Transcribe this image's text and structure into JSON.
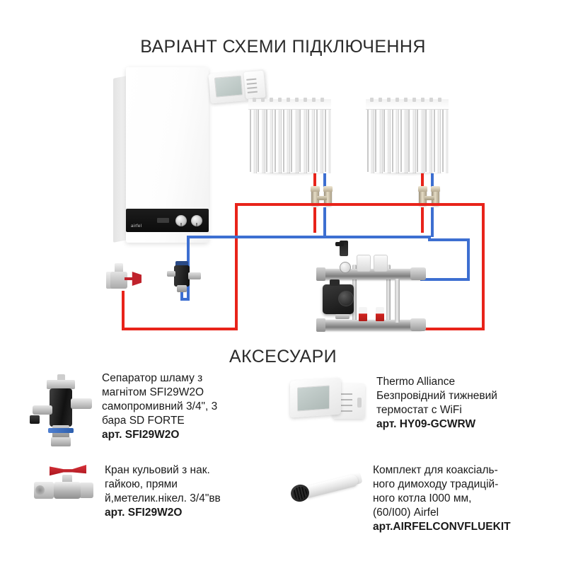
{
  "headings": {
    "scheme_title": "ВАРІАНТ СХЕМИ ПІДКЛЮЧЕННЯ",
    "accessories_title": "АКСЕСУАРИ"
  },
  "colors": {
    "flow_pipe": "#e8231a",
    "return_pipe": "#3d6fd1",
    "text": "#1a1a1a",
    "valve_handle_red": "#c0232c",
    "background": "#ffffff"
  },
  "schematic": {
    "components": [
      {
        "name": "gas-boiler",
        "brand": "airfel"
      },
      {
        "name": "wall-thermostat"
      },
      {
        "name": "radiator-left",
        "sections": 10
      },
      {
        "name": "radiator-right",
        "sections": 10
      },
      {
        "name": "radiator-valve-left"
      },
      {
        "name": "radiator-valve-right"
      },
      {
        "name": "distribution-manifold-with-pump"
      },
      {
        "name": "ball-valve-red-butterfly"
      },
      {
        "name": "magnetic-dirt-separator"
      }
    ],
    "pipes": [
      {
        "name": "flow-pipe",
        "color": "#e8231a",
        "label": "red"
      },
      {
        "name": "return-pipe",
        "color": "#3d6fd1",
        "label": "blue"
      }
    ]
  },
  "accessories": [
    {
      "id": "separator",
      "icon": "dirt-separator-icon",
      "lines": [
        "Сепаратор шламу з",
        "магнітом SFI29W2O",
        "самопромивний 3/4\", 3",
        "бара SD FORTE"
      ],
      "art": "арт. SFI29W2O"
    },
    {
      "id": "ball-valve",
      "icon": "ball-valve-icon",
      "lines": [
        "Кран кульовий з нак.",
        "гайкою, прями",
        "й,метелик.нікел. 3/4\"вв"
      ],
      "art": "арт. SFI29W2O"
    },
    {
      "id": "thermostat",
      "icon": "wifi-thermostat-icon",
      "lines": [
        "Thermo Alliance",
        "Безпровідний тижневий",
        "термостат с WiFi"
      ],
      "art": "арт. HY09-GCWRW"
    },
    {
      "id": "flue-kit",
      "icon": "coaxial-flue-icon",
      "lines": [
        "Комплект для коаксіаль-",
        "ного димоходу традицій-",
        "ного котла I000 мм,",
        "(60/I00) Airfel"
      ],
      "art": "арт.AIRFELCONVFLUEKIT"
    }
  ]
}
